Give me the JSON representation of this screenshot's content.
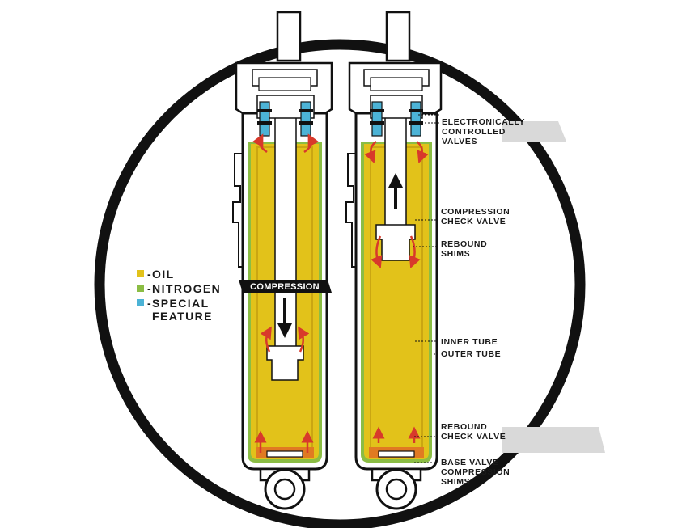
{
  "legend": {
    "items": [
      {
        "label": "-OIL",
        "color": "#e2c21a"
      },
      {
        "label": "-NITROGEN",
        "color": "#8bbd44"
      },
      {
        "label": "-SPECIAL",
        "color": "#4cb3d6"
      },
      {
        "label": "FEATURE",
        "color": ""
      }
    ]
  },
  "stroke_banner": {
    "label": "COMPRESSION"
  },
  "callouts": {
    "ecv": [
      "ELECTRONICALLY",
      "CONTROLLED",
      "VALVES"
    ],
    "ccv": [
      "COMPRESSION",
      "CHECK VALVE"
    ],
    "rebound_shims": [
      "REBOUND",
      "SHIMS"
    ],
    "inner_tube": [
      "INNER TUBE"
    ],
    "outer_tube": [
      "OUTER TUBE"
    ],
    "rcv": [
      "REBOUND",
      "CHECK VALVE"
    ],
    "base_valve": [
      "BASE VALVE",
      "COMPRESSION",
      "SHIMS"
    ]
  },
  "colors": {
    "oil": "#e2c21a",
    "oil_dark": "#caa612",
    "nitrogen": "#8bbd44",
    "special": "#4cb3d6",
    "flow_arrow": "#d8392b",
    "outline": "#111111",
    "grey_band": "#d9d9d9"
  }
}
